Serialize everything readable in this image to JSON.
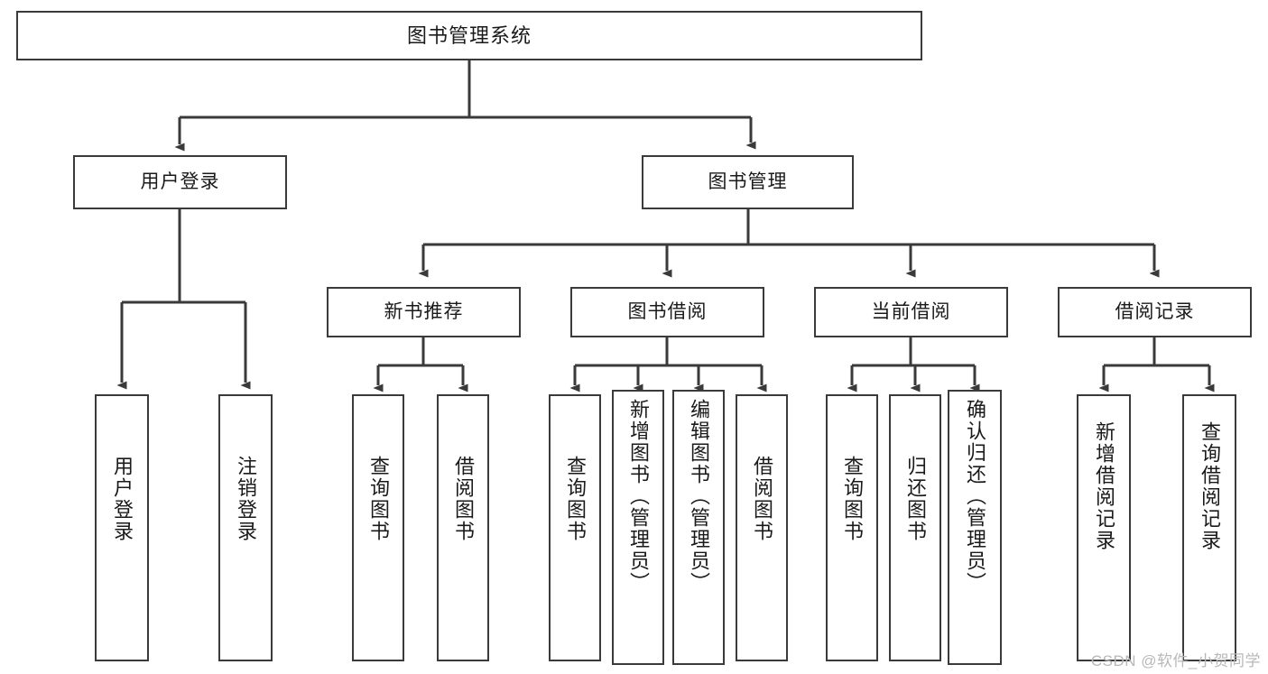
{
  "diagram": {
    "title": "图书管理系统",
    "type": "tree-hierarchy-chart",
    "orientation": "top-down",
    "colors": {
      "stroke": "#3a3a3a",
      "fill": "#ffffff",
      "text": "#1a1a1a",
      "watermark": "#b8b8b8"
    },
    "root": {
      "label": "图书管理系统"
    },
    "level1": [
      {
        "id": "user-login",
        "label": "用户登录"
      },
      {
        "id": "book-management",
        "label": "图书管理"
      }
    ],
    "level2": [
      {
        "id": "new-book-recommend",
        "label": "新书推荐",
        "parent": "book-management"
      },
      {
        "id": "book-borrow",
        "label": "图书借阅",
        "parent": "book-management"
      },
      {
        "id": "current-borrow",
        "label": "当前借阅",
        "parent": "book-management"
      },
      {
        "id": "borrow-record",
        "label": "借阅记录",
        "parent": "book-management"
      }
    ],
    "leaves": {
      "user-login": [
        {
          "id": "leaf-user-login",
          "label": "用户登录"
        },
        {
          "id": "leaf-logout",
          "label": "注销登录"
        }
      ],
      "new-book-recommend": [
        {
          "id": "leaf-query-book-1",
          "label": "查询图书"
        },
        {
          "id": "leaf-borrow-book-1",
          "label": "借阅图书"
        }
      ],
      "book-borrow": [
        {
          "id": "leaf-query-book-2",
          "label": "查询图书"
        },
        {
          "id": "leaf-add-book",
          "label": "新增图书（管理员）"
        },
        {
          "id": "leaf-edit-book",
          "label": "编辑图书（管理员）"
        },
        {
          "id": "leaf-borrow-book-2",
          "label": "借阅图书"
        }
      ],
      "current-borrow": [
        {
          "id": "leaf-query-book-3",
          "label": "查询图书"
        },
        {
          "id": "leaf-return-book",
          "label": "归还图书"
        },
        {
          "id": "leaf-confirm-return",
          "label": "确认归还（管理员）"
        }
      ],
      "borrow-record": [
        {
          "id": "leaf-add-record",
          "label": "新增借阅记录"
        },
        {
          "id": "leaf-query-record",
          "label": "查询借阅记录"
        }
      ]
    }
  },
  "watermark": {
    "text": "CSDN @软件_小贺同学"
  }
}
